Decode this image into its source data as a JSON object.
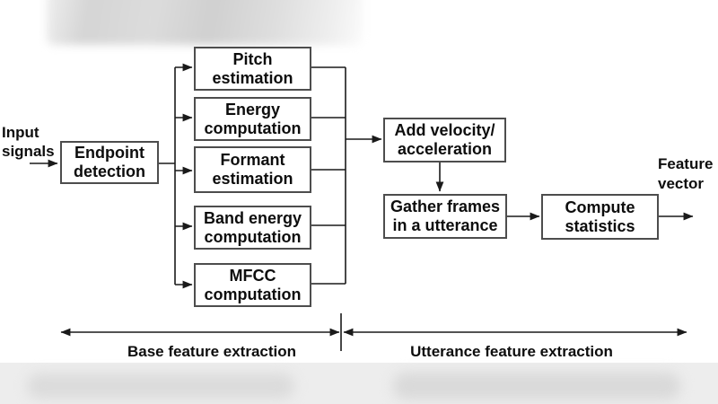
{
  "figure": {
    "input_label": {
      "line1": "Input",
      "line2": "signals"
    },
    "feature_vector_label": {
      "line1": "Feature",
      "line2": "vector"
    },
    "boxes": {
      "endpoint": {
        "line1": "Endpoint",
        "line2": "detection"
      },
      "pitch": {
        "line1": "Pitch",
        "line2": "estimation"
      },
      "energy": {
        "line1": "Energy",
        "line2": "computation"
      },
      "formant": {
        "line1": "Formant",
        "line2": "estimation"
      },
      "band_energy": {
        "line1": "Band energy",
        "line2": "computation"
      },
      "mfcc": {
        "line1": "MFCC",
        "line2": "computation"
      },
      "add_velocity": {
        "line1": "Add velocity/",
        "line2": "acceleration"
      },
      "gather_frames": {
        "line1": "Gather frames",
        "line2": "in a utterance"
      },
      "compute_statistics": {
        "line1": "Compute",
        "line2": "statistics"
      }
    },
    "sections": {
      "base": "Base feature extraction",
      "utterance": "Utterance feature extraction"
    },
    "colors": {
      "line": "#1a1a1a",
      "box_border": "#4d4d4d",
      "box_fill": "#ffffff",
      "text": "#0d0d0d",
      "background": "#ffffff",
      "blur_band": "#ededed"
    }
  }
}
